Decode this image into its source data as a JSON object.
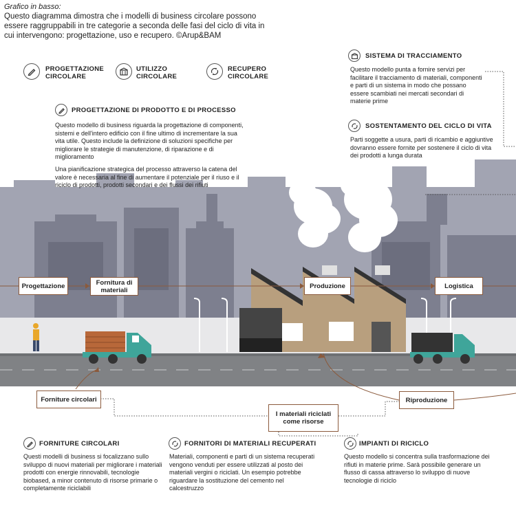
{
  "caption": {
    "heading": "Grafico in basso:",
    "text": "Questo diagramma dimostra che i modelli di business circolare possono essere raggruppabili in tre categorie a seconda delle fasi del ciclo di vita in cui intervengono: progettazione, uso e recupero. ©Arup&BAM"
  },
  "categories": [
    {
      "label": "PROGETTAZIONE CIRCOLARE",
      "icon": "pencil-icon"
    },
    {
      "label": "UTILIZZO CIRCOLARE",
      "icon": "building-icon"
    },
    {
      "label": "RECUPERO CIRCOLARE",
      "icon": "recycle-icon"
    }
  ],
  "sections": {
    "progettazione": {
      "title": "PROGETTAZIONE DI PRODOTTO E DI PROCESSO",
      "p1": "Questo modello di business riguarda la progettazione di componenti, sistemi e dell'intero edificio con il fine ultimo di incrementare la sua vita utile. Questo include la definizione di soluzioni specifiche per migliorare le strategie di manutenzione, di riparazione e di miglioramento",
      "p2": "Una pianificazione strategica del processo attraverso la catena del valore è necessaria al fine di aumentare il potenziale per il riuso e il riciclo di prodotti, prodotti secondari e dei flussi dei rifiuti"
    },
    "tracciamento": {
      "title": "SISTEMA DI TRACCIAMENTO",
      "text": "Questo modello punta a fornire servizi per facilitare il tracciamento di materiali, componenti e parti di un sistema in modo che possano essere scambiati nei mercati secondari di materie prime"
    },
    "sostentamento": {
      "title": "SOSTENTAMENTO DEL CICLO DI VITA",
      "text": "Parti soggette a usura, parti di ricambio e aggiuntive dovranno essere fornite per sostenere il ciclo di vita dei prodotti a lunga durata"
    },
    "forniture": {
      "title": "FORNITURE CIRCOLARI",
      "text": "Questi modelli di business si focalizzano sullo sviluppo di nuovi materiali per migliorare i materiali prodotti con energie rinnovabili, tecnologie biobased, a minor contenuto di risorse primarie o completamente riciclabili"
    },
    "fornitori": {
      "title": "FORNITORI DI MATERIALI RECUPERATI",
      "text": "Materiali, componenti e parti di un sistema recuperati vengono venduti per essere utilizzati al posto dei materiali vergini o riciclati. Un esempio potrebbe riguardare la sostituzione del cemento nel calcestruzzo"
    },
    "impianti": {
      "title": "IMPIANTI DI RICICLO",
      "text": "Questo modello si concentra sulla trasformazione dei rifiuti in materie prime. Sarà possibile generare un flusso di cassa attraverso lo sviluppo di nuove tecnologie di riciclo"
    }
  },
  "flow": {
    "progettazione": "Progettazione",
    "fornitura": "Fornitura di materiali",
    "produzione": "Produzione",
    "logistica": "Logistica",
    "forniture_circolari": "Forniture circolari",
    "materiali_riciclati": "I materiali riciclati come risorse",
    "riproduzione": "Riproduzione"
  },
  "colors": {
    "accent": "#8b5a3c",
    "city_back": "#a2a4b2",
    "city_front": "#7d7f8f",
    "road": "#808285",
    "factory": "#b89f7e",
    "truck": "#3fa59a",
    "logs": "#b8683a"
  }
}
